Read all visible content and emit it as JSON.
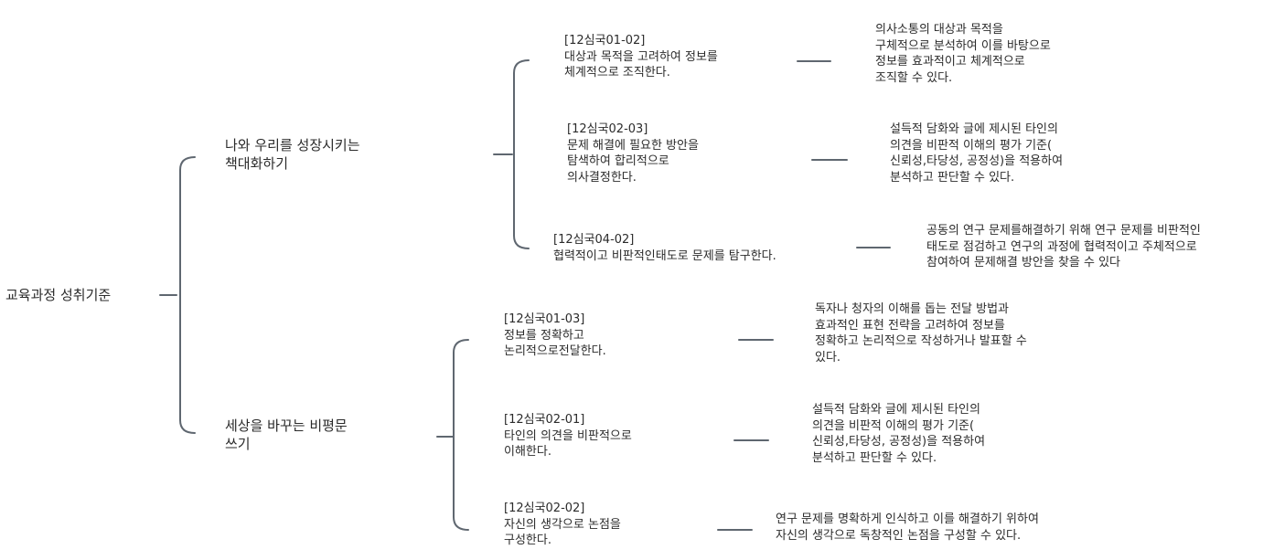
{
  "root": {
    "label": "교육과정 성취기준"
  },
  "branches": [
    {
      "label": "나와 우리를 성장시키는\n책대화하기",
      "items": [
        {
          "standard": "[12심국01-02]\n대상과 목적을 고려하여 정보를\n체계적으로 조직한다.",
          "detail": "의사소통의 대상과 목적을\n구체적으로 분석하여 이를 바탕으로\n정보를 효과적이고 체계적으로\n조직할 수 있다."
        },
        {
          "standard": "[12심국02-03]\n문제 해결에 필요한 방안을\n탐색하여 합리적으로\n의사결정한다.",
          "detail": "설득적 담화와 글에 제시된 타인의\n의견을 비판적 이해의 평가 기준(\n신뢰성,타당성, 공정성)을 적용하여\n분석하고 판단할 수 있다."
        },
        {
          "standard": "[12심국04-02]\n협력적이고 비판적인태도로 문제를 탐구한다.",
          "detail": "공동의 연구 문제를해결하기 위해 연구 문제를 비판적인\n태도로 점검하고 연구의 과정에 협력적이고 주체적으로\n참여하여 문제해결 방안을 찾을 수 있다"
        }
      ]
    },
    {
      "label": "세상을 바꾸는 비평문\n쓰기",
      "items": [
        {
          "standard": "[12심국01-03]\n정보를 정확하고\n논리적으로전달한다.",
          "detail": "독자나 청자의 이해를 돕는 전달 방법과\n효과적인 표현 전략을 고려하여 정보를\n정확하고 논리적으로 작성하거나 발표할 수\n있다."
        },
        {
          "standard": "[12심국02-01]\n타인의 의견을 비판적으로\n이해한다.",
          "detail": "설득적 담화와 글에 제시된 타인의\n의견을 비판적 이해의 평가 기준(\n신뢰성,타당성, 공정성)을 적용하여\n분석하고 판단할 수 있다."
        },
        {
          "standard": "[12심국02-02]\n자신의 생각으로 논점을\n구성한다.",
          "detail": "연구 문제를 명확하게 인식하고 이를 해결하기 위하여\n자신의 생각으로 독창적인 논점을 구성할 수 있다."
        }
      ]
    }
  ]
}
